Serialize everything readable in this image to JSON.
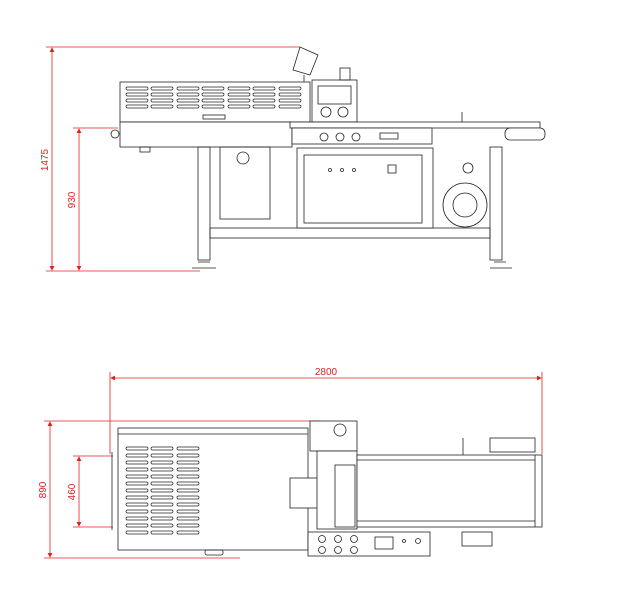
{
  "drawing": {
    "front_view": {
      "overall_height_label": "1475",
      "working_height_label": "930"
    },
    "top_view": {
      "overall_length_label": "2800",
      "overall_width_label": "890",
      "tunnel_width_label": "460"
    },
    "colors": {
      "dimension": "#e02020",
      "line": "#222222"
    }
  }
}
